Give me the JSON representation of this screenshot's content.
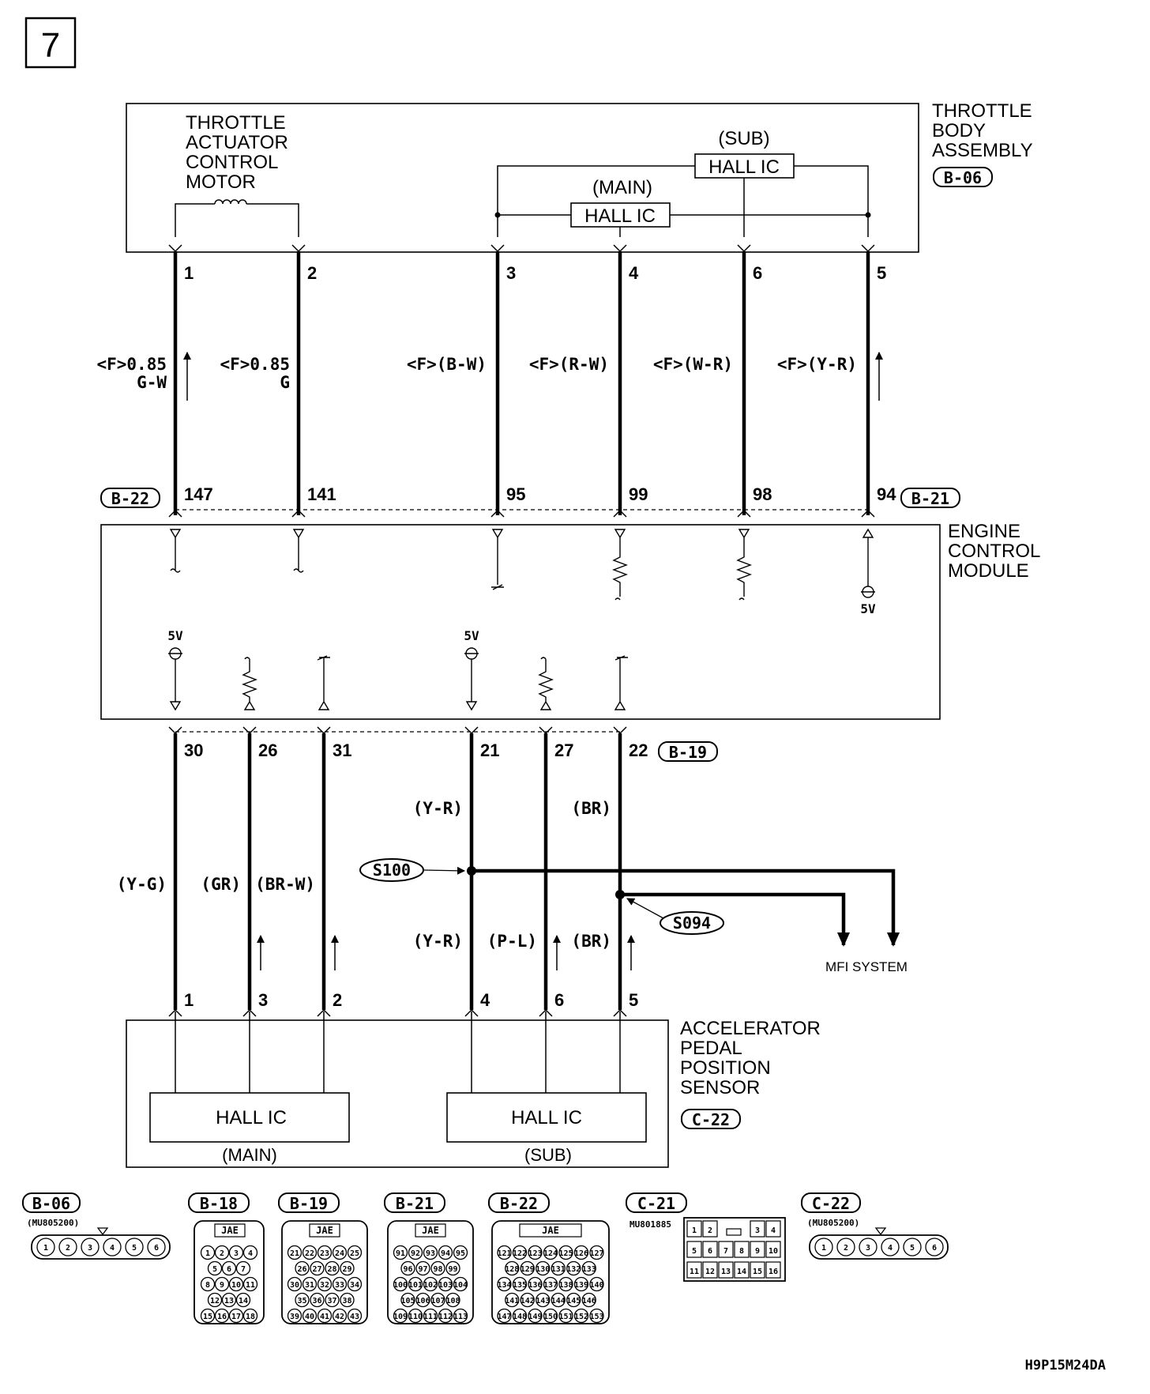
{
  "page": {
    "number": "7",
    "code": "H9P15M24DA"
  },
  "throttle_body": {
    "title": [
      "THROTTLE",
      "BODY",
      "ASSEMBLY"
    ],
    "connector": "B-06",
    "motor_label": [
      "THROTTLE",
      "ACTUATOR",
      "CONTROL",
      "MOTOR"
    ],
    "sub_label": "(SUB)",
    "main_label": "(MAIN)",
    "hall_ic": "HALL IC",
    "pins": [
      "1",
      "2",
      "3",
      "4",
      "6",
      "5"
    ]
  },
  "upper_wires": {
    "labels": [
      {
        "line1": "<F>0.85",
        "line2": "G-W"
      },
      {
        "line1": "<F>0.85",
        "line2": "G"
      },
      {
        "line1": "<F>(B-W)",
        "line2": ""
      },
      {
        "line1": "<F>(R-W)",
        "line2": ""
      },
      {
        "line1": "<F>(W-R)",
        "line2": ""
      },
      {
        "line1": "<F>(Y-R)",
        "line2": ""
      }
    ]
  },
  "ecm": {
    "title": [
      "ENGINE",
      "CONTROL",
      "MODULE"
    ],
    "connector_left": "B-22",
    "connector_right": "B-21",
    "connector_bottom": "B-19",
    "top_pins": [
      "147",
      "141",
      "95",
      "99",
      "98",
      "94"
    ],
    "bottom_pins": [
      "30",
      "26",
      "31",
      "21",
      "27",
      "22"
    ],
    "voltage": "5V"
  },
  "lower_wires": {
    "labels": [
      "(Y-G)",
      "(GR)",
      "(BR-W)",
      "(Y-R)",
      "(BR)",
      "(Y-R)",
      "(P-L)",
      "(BR)"
    ],
    "splice_1": "S100",
    "splice_2": "S094",
    "mfi": "MFI SYSTEM"
  },
  "apps": {
    "title": [
      "ACCELERATOR",
      "PEDAL",
      "POSITION",
      "SENSOR"
    ],
    "connector": "C-22",
    "pins": [
      "1",
      "3",
      "2",
      "4",
      "6",
      "5"
    ],
    "hall_ic": "HALL IC",
    "main_label": "(MAIN)",
    "sub_label": "(SUB)"
  },
  "connectors": {
    "b06": {
      "id": "B-06",
      "part": "(MU805200)",
      "pins": [
        "1",
        "2",
        "3",
        "4",
        "5",
        "6"
      ]
    },
    "b18": {
      "id": "B-18",
      "maker": "JAE",
      "rows": [
        [
          "1",
          "2",
          "3",
          "4"
        ],
        [
          "5",
          "6",
          "7"
        ],
        [
          "8",
          "9",
          "10",
          "11"
        ],
        [
          "12",
          "13",
          "14"
        ],
        [
          "15",
          "16",
          "17",
          "18"
        ]
      ]
    },
    "b19": {
      "id": "B-19",
      "maker": "JAE",
      "rows": [
        [
          "21",
          "22",
          "23",
          "24",
          "25"
        ],
        [
          "26",
          "27",
          "28",
          "29"
        ],
        [
          "30",
          "31",
          "32",
          "33",
          "34"
        ],
        [
          "35",
          "36",
          "37",
          "38"
        ],
        [
          "39",
          "40",
          "41",
          "42",
          "43"
        ]
      ]
    },
    "b21": {
      "id": "B-21",
      "maker": "JAE",
      "rows": [
        [
          "91",
          "92",
          "93",
          "94",
          "95"
        ],
        [
          "96",
          "97",
          "98",
          "99"
        ],
        [
          "100",
          "101",
          "102",
          "103",
          "104"
        ],
        [
          "105",
          "106",
          "107",
          "108"
        ],
        [
          "109",
          "110",
          "111",
          "112",
          "113"
        ]
      ]
    },
    "b22": {
      "id": "B-22",
      "maker": "JAE",
      "rows": [
        [
          "121",
          "122",
          "123",
          "124",
          "125",
          "126",
          "127"
        ],
        [
          "128",
          "129",
          "130",
          "131",
          "132",
          "133"
        ],
        [
          "134",
          "135",
          "136",
          "137",
          "138",
          "139",
          "140"
        ],
        [
          "141",
          "142",
          "143",
          "144",
          "145",
          "146"
        ],
        [
          "147",
          "148",
          "149",
          "150",
          "151",
          "152",
          "153"
        ]
      ]
    },
    "c21": {
      "id": "C-21",
      "part": "MU801885",
      "rows": [
        [
          "1",
          "2",
          "",
          "",
          "3",
          "4"
        ],
        [
          "5",
          "6",
          "7",
          "8",
          "9",
          "10"
        ],
        [
          "11",
          "12",
          "13",
          "14",
          "15",
          "16"
        ]
      ]
    },
    "c22": {
      "id": "C-22",
      "part": "(MU805200)",
      "pins": [
        "1",
        "2",
        "3",
        "4",
        "5",
        "6"
      ]
    }
  }
}
